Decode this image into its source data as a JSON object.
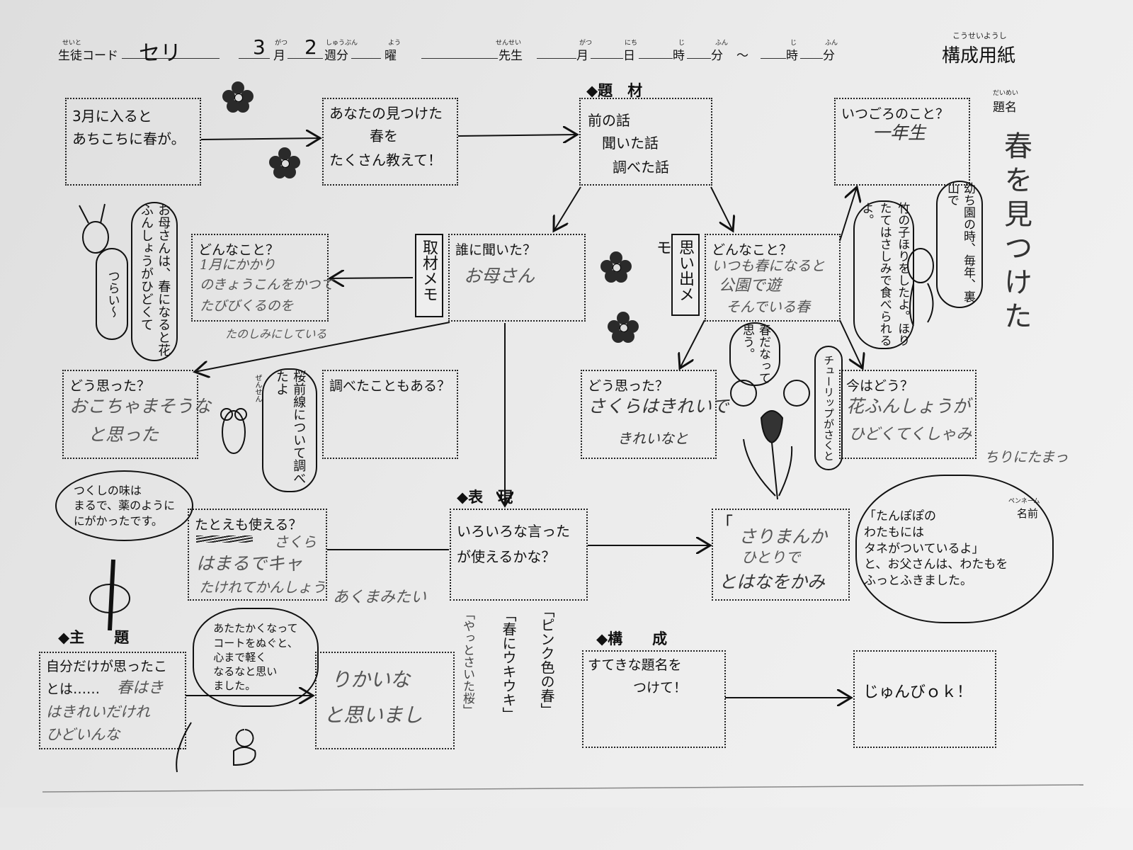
{
  "header": {
    "student_code_ruby": "せいと",
    "student_code_label": "生徒コード",
    "student_code_value": "セリ",
    "month_value": "3",
    "month_ruby": "がつ",
    "month_label": "月",
    "week_value": "2",
    "week_ruby": "しゅうぶん",
    "week_label": "週分",
    "day_ruby": "よう",
    "day_label": "曜",
    "teacher_ruby": "せんせい",
    "teacher_label": "先生",
    "date_month_ruby": "がつ",
    "date_month_label": "月",
    "date_day_ruby": "にち",
    "date_day_label": "日",
    "hour_ruby": "じ",
    "hour_label": "時",
    "minute_ruby": "ふん",
    "minute_label": "分",
    "tilde": "～",
    "hour2_label": "時",
    "minute2_label": "分",
    "sheet_title_ruby": "こうせいようし",
    "sheet_title": "構成用紙"
  },
  "title_area": {
    "ruby": "だいめい",
    "label": "題名",
    "value": "春を見つけた"
  },
  "sections": {
    "topic": "◆題　材",
    "expression": "◆表　現",
    "theme": "◆主　　題",
    "structure": "◆構　　成"
  },
  "boxes": {
    "intro": {
      "line1": "3月に入ると",
      "line2": "あちこちに春が。"
    },
    "find": {
      "line1": "あなたの見つけた",
      "line2": "春を",
      "line3": "たくさん教えて！"
    },
    "topic": {
      "line1": "前の話",
      "line2": "聞いた話",
      "line3": "調べた話"
    },
    "when": {
      "question": "いつごろのこと？",
      "answer": "一年生"
    },
    "interview_what": {
      "question": "どんなこと？",
      "answer1": "1月にかかり",
      "answer2": "のきょうこんをかつて",
      "answer3": "たびびくるのを"
    },
    "interview_who": {
      "question": "誰に聞いた？",
      "answer": "お母さん"
    },
    "memory_what": {
      "question": "どんなこと？",
      "answer1": "いつも春になると",
      "answer2": "公園で遊",
      "answer3": "そんでいる春"
    },
    "interview_think": {
      "question": "どう思った？",
      "answer1": "おこちゃまそうな",
      "answer2": "と思った"
    },
    "research": {
      "question": "調べたこともある？"
    },
    "memory_think": {
      "question": "どう思った？",
      "answer1": "さくらはきれいで",
      "answer2": "きれいなと"
    },
    "now": {
      "question": "今はどう？",
      "answer1": "花ふんしょうが",
      "answer2": "ひどくてくしゃみ"
    },
    "metaphor": {
      "question": "たとえも使える？",
      "answer1": "さくら",
      "answer2": "はまるでキャ",
      "answer3": "たけれてかんしょう"
    },
    "phrases": {
      "line1": "いろいろな言った",
      "line2": "が使えるかな？"
    },
    "quote": {
      "open": "「",
      "answer1": "さりまんか",
      "answer2": "ひとりで",
      "answer3": "とはなをかみ"
    },
    "theme_box": {
      "line1": "自分だけが思ったこ",
      "line2": "とは……",
      "answer1": "春はき",
      "answer2": "はきれいだけれ",
      "answer3": "ひどいんな"
    },
    "theme_answer": {
      "answer1": "りかいな",
      "answer2": "と思いまし"
    },
    "title_prompt": {
      "line1": "すてきな題名を",
      "line2": "つけて！"
    },
    "ready": {
      "text": "じゅんびｏｋ！"
    }
  },
  "tags": {
    "interview_memo": "取材メモ",
    "memory_memo": "思い出メモ"
  },
  "bubbles": {
    "mother": "お母さんは、春になると花ふんしょうがひどくて",
    "rabbit": "つらい〜",
    "sakura": "桜前線について調べたよ",
    "sakura_ruby": "ぜんせん",
    "note_below": "たのしみにしている",
    "kindergarten": "幼ち園の時、毎年、裏山で",
    "bamboo": "竹の子ほりをしたよ。ほりたてはさしみで食べられるよ。",
    "spring_think": "春だなって思う。",
    "tulip": "チューリップがさくと",
    "tsukushi": "つくしの味は\nまるで、薬のように\nにがかったです。",
    "coat": "あたたかくなって\nコートをぬぐと、\n心まで軽く\nなるなと思い\nました。",
    "dandelion": "「たんぽぽの\nわたもには\nタネがついているよ」\nと、お父さんは、わたもを\nふっとふきました。",
    "penname_ruby": "ペンネーム",
    "penname_label": "名前",
    "hay_fever": "ちりにたまっ",
    "matching": "あくまみたい"
  },
  "title_ideas": [
    "「ピンク色の春」",
    "「春にウキウキ」",
    "「やっとさいた桜」"
  ]
}
